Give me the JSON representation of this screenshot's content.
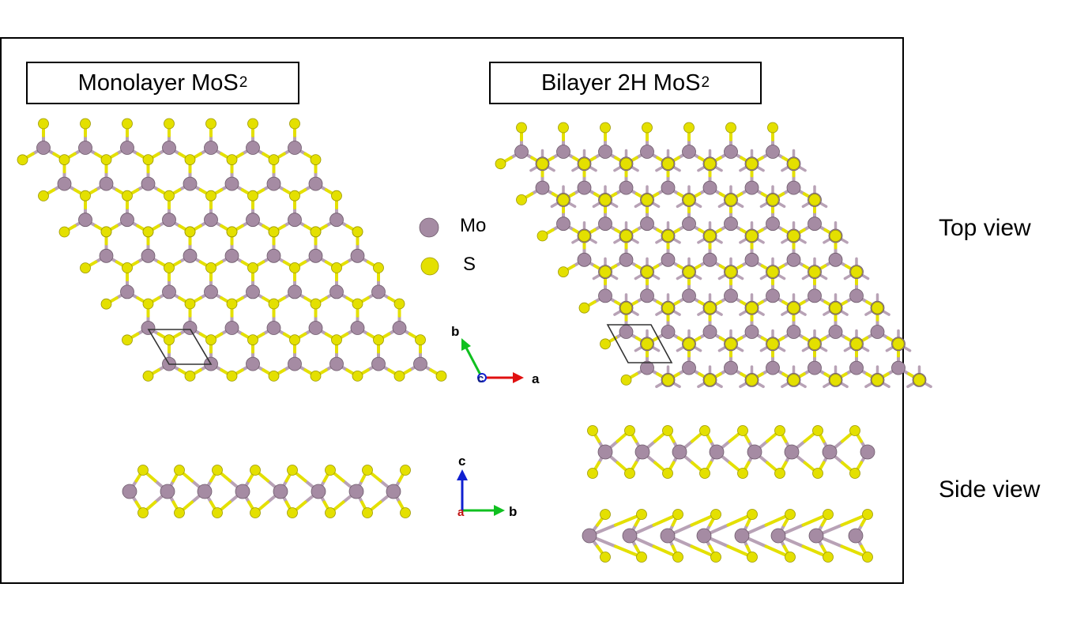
{
  "colors": {
    "mo": "#A58BA3",
    "s": "#E4E000",
    "cell": "#333333",
    "axis_a": "#E01010",
    "axis_b": "#10C020",
    "axis_c": "#1020D0"
  },
  "titles": {
    "monolayer": {
      "text": "Monolayer MoS",
      "sub": "2"
    },
    "bilayer": {
      "text": "Bilayer 2H MoS",
      "sub": "2"
    }
  },
  "views": {
    "top": "Top view",
    "side": "Side view"
  },
  "legend": {
    "mo": "Mo",
    "s": "S"
  },
  "axes": {
    "top": {
      "x": "a",
      "y": "b",
      "origin": "c"
    },
    "side": {
      "x": "b",
      "y": "c",
      "origin": "a"
    }
  }
}
